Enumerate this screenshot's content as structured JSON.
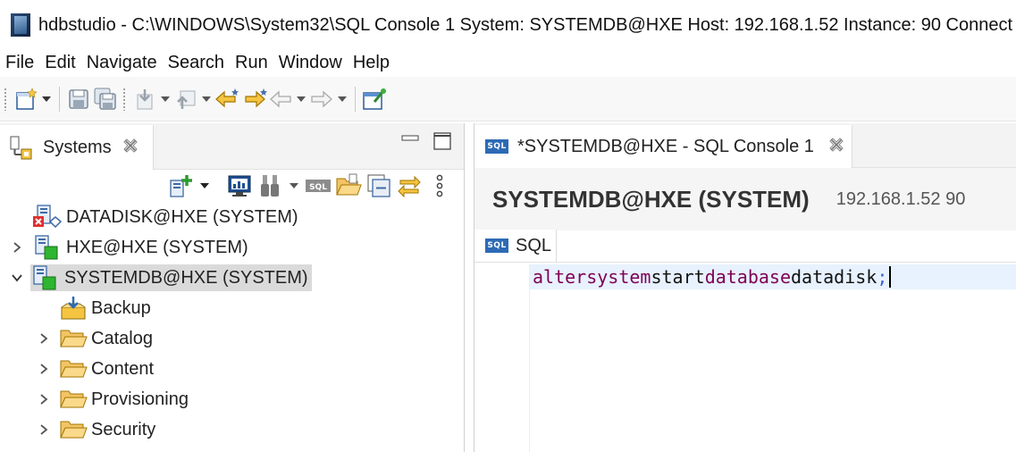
{
  "window": {
    "title": "hdbstudio - C:\\WINDOWS\\System32\\SQL Console 1 System: SYSTEMDB@HXE Host: 192.168.1.52 Instance: 90 Connect"
  },
  "menu": [
    "File",
    "Edit",
    "Navigate",
    "Search",
    "Run",
    "Window",
    "Help"
  ],
  "systems_view": {
    "tab_label": "Systems",
    "tree": [
      {
        "label": "DATADISK@HXE (SYSTEM)",
        "icon": "system-error-icon",
        "expanded": false,
        "has_children": false,
        "level": 0
      },
      {
        "label": "HXE@HXE (SYSTEM)",
        "icon": "system-connected-icon",
        "expanded": false,
        "has_children": true,
        "level": 0
      },
      {
        "label": "SYSTEMDB@HXE (SYSTEM)",
        "icon": "system-connected-icon",
        "expanded": true,
        "has_children": true,
        "level": 0,
        "selected": true
      },
      {
        "label": "Backup",
        "icon": "backup-icon",
        "expanded": false,
        "has_children": false,
        "level": 1
      },
      {
        "label": "Catalog",
        "icon": "folder-icon",
        "expanded": false,
        "has_children": true,
        "level": 1
      },
      {
        "label": "Content",
        "icon": "folder-icon",
        "expanded": false,
        "has_children": true,
        "level": 1
      },
      {
        "label": "Provisioning",
        "icon": "folder-icon",
        "expanded": false,
        "has_children": true,
        "level": 1
      },
      {
        "label": "Security",
        "icon": "folder-icon",
        "expanded": false,
        "has_children": true,
        "level": 1
      }
    ]
  },
  "editor": {
    "tab_label": "*SYSTEMDB@HXE - SQL Console 1",
    "connection_title": "SYSTEMDB@HXE (SYSTEM)",
    "connection_info": "192.168.1.52 90",
    "sql_tab_label": "SQL",
    "sql_badge": "SQL",
    "code": {
      "kw1": "alter",
      "kw2": "system",
      "plain1": "start",
      "kw3": "database",
      "plain2": "datadisk",
      "terminator": ";"
    }
  },
  "colors": {
    "keyword": "#7f0055",
    "selection": "#dadada",
    "current_line": "#e8f2fe",
    "sql_badge": "#2d6ab5"
  }
}
